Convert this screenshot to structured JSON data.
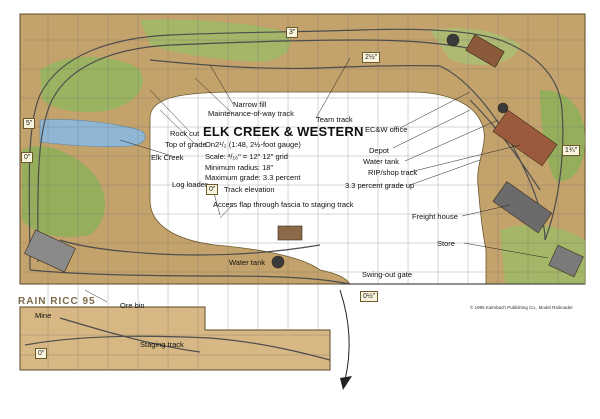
{
  "layout": {
    "title": "ELK CREEK & WESTERN",
    "scale_line": "On2¹/₂ (1:48, 2½-foot gauge)",
    "scale_detail": "Scale: ³/₁₆\" = 12\"      12\" grid",
    "min_radius": "Minimum radius: 18\"",
    "max_grade": "Maximum grade: 3.3 percent",
    "elevation_legend": "Track elevation",
    "elevation_legend_box": "0\""
  },
  "labels": {
    "narrow_fill": "Narrow fill",
    "maintenance_track": "Maintenance-of-way track",
    "team_track": "Team track",
    "rock_cut": "Rock cut",
    "top_of_grade": "Top of grade",
    "elk_creek": "Elk Creek",
    "log_loader": "Log loader",
    "access_flap": "Access flap through fascia to staging track",
    "water_tank_lower": "Water tank",
    "swing_out_gate": "Swing-out gate",
    "ore_bin": "Ore bin",
    "mine": "Mine",
    "staging_track": "Staging track",
    "ecw_office": "EC&W office",
    "depot": "Depot",
    "water_tank_right": "Water tank",
    "rip_shop": "RIP/shop track",
    "grade_up": "3.3 percent grade up",
    "freight_house": "Freight house",
    "store": "Store"
  },
  "elevations": {
    "top": "3\"",
    "left_upper": "5\"",
    "left_lower": "0\"",
    "upper_mid": "2½\"",
    "right": "1¾\"",
    "gate": "0½\"",
    "staging": "0\""
  },
  "signature": "RAIN RICC 95",
  "credit": "© 1995 Kalmbach Publishing Co., Model Railroader",
  "colors": {
    "benchwork": "#c9a873",
    "ground": "#b99a66",
    "grass": "#8fb25a",
    "water": "#8fb6d4",
    "aisle": "#ffffff",
    "grid": "#6f6f6f",
    "track": "#555555"
  }
}
